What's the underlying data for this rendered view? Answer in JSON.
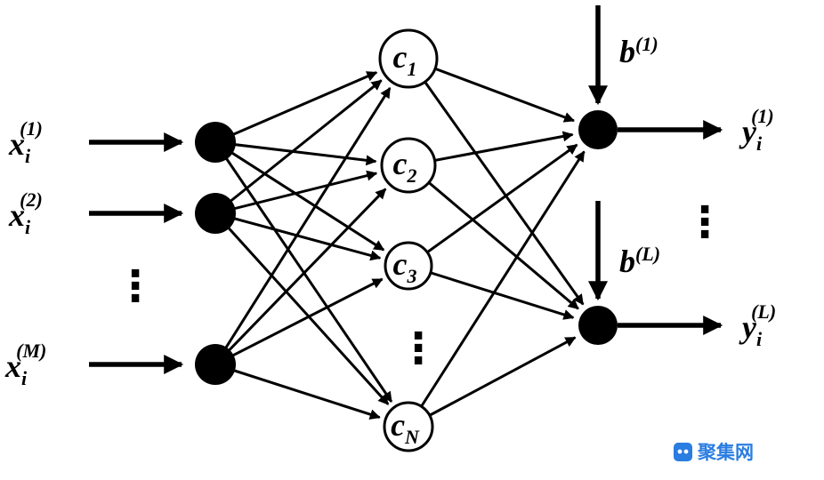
{
  "diagram": {
    "inputs": [
      {
        "base": "x",
        "sub": "i",
        "sup": "(1)"
      },
      {
        "base": "x",
        "sub": "i",
        "sup": "(2)"
      },
      {
        "base": "x",
        "sub": "i",
        "sup": "(M)"
      }
    ],
    "hidden": [
      {
        "base": "c",
        "sub": "1"
      },
      {
        "base": "c",
        "sub": "2"
      },
      {
        "base": "c",
        "sub": "3"
      },
      {
        "base": "c",
        "sub": "N"
      }
    ],
    "biases": [
      {
        "base": "b",
        "sup": "(1)"
      },
      {
        "base": "b",
        "sup": "(L)"
      }
    ],
    "outputs": [
      {
        "base": "y",
        "sub": "i",
        "sup": "(1)"
      },
      {
        "base": "y",
        "sub": "i",
        "sup": "(L)"
      }
    ],
    "vdots": "⋮",
    "edge_color": "#000000",
    "input_node_color": "#000000",
    "hidden_node_fill": "#ffffff"
  },
  "watermark": {
    "text": "聚集网",
    "color": "#2a7de1"
  }
}
